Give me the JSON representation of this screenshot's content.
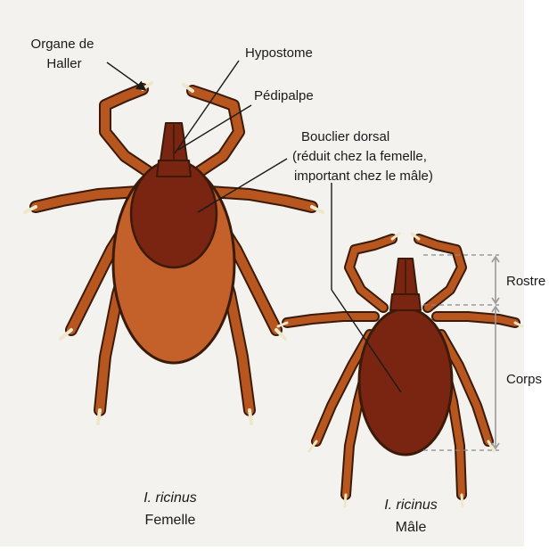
{
  "labels": {
    "organe": [
      "Organe de",
      "Haller"
    ],
    "hypostome": "Hypostome",
    "pedipalpe": "Pédipalpe",
    "bouclier": [
      "Bouclier dorsal",
      "(réduit chez la femelle,",
      "important chez le mâle)"
    ],
    "rostre": "Rostre",
    "corps": "Corps"
  },
  "captions": {
    "female": {
      "species": "I. ricinus",
      "sex": "Femelle"
    },
    "male": {
      "species": "I. ricinus",
      "sex": "Mâle"
    }
  },
  "colors": {
    "leg": "#b8561f",
    "leg_stroke": "#3b1a08",
    "leg_band": "#f0c56a",
    "body_dark": "#7a2412",
    "body_light": "#c4602a",
    "background": "#f3f2ee"
  }
}
